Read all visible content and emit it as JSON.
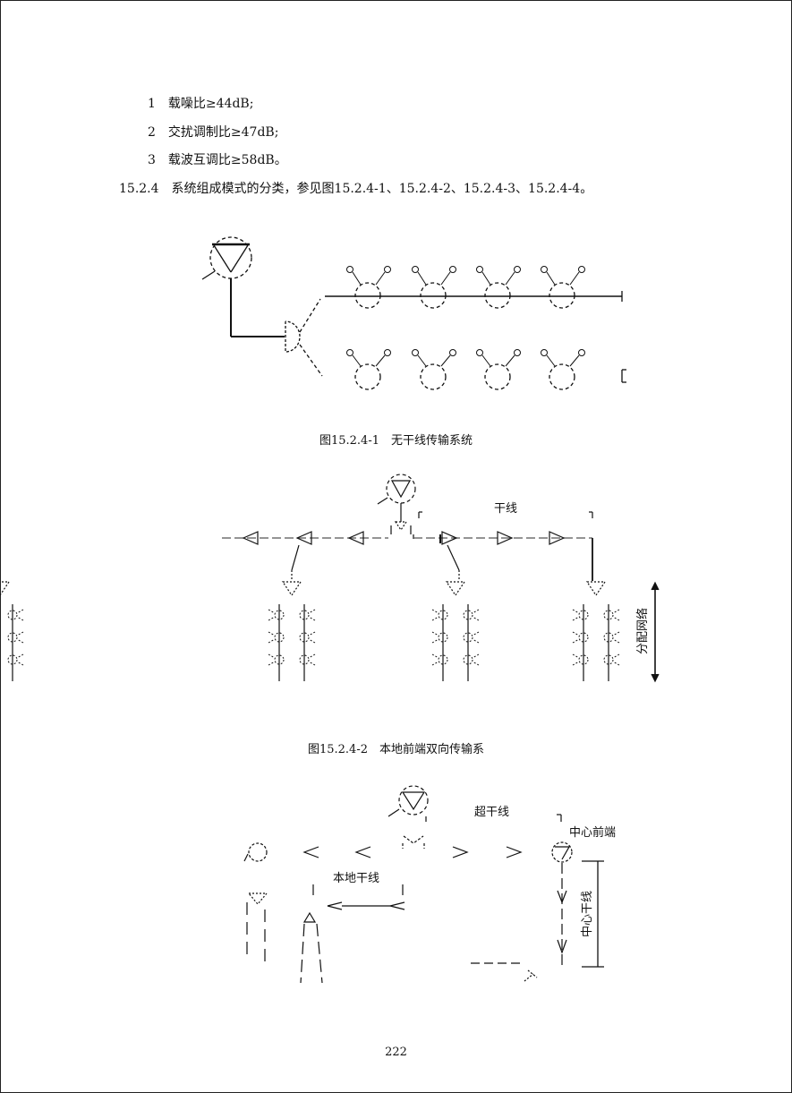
{
  "items": [
    {
      "num": "1",
      "text": "载噪比≥44dB;"
    },
    {
      "num": "2",
      "text": "交扰调制比≥47dB;"
    },
    {
      "num": "3",
      "text": "载波互调比≥58dB。"
    }
  ],
  "section": {
    "num": "15.2.4",
    "text": "系统组成模式的分类，参见图15.2.4-1、15.2.4-2、15.2.4-3、15.2.4-4。"
  },
  "figures": {
    "fig1": {
      "caption": "图15.2.4-1　无干线传输系统"
    },
    "fig2": {
      "caption": "图15.2.4-2　本地前端双向传输系",
      "trunk_label": "干线",
      "dist_label": "分配网络"
    },
    "fig3": {
      "super_trunk_label": "超干线",
      "center_headend_label": "中心前端",
      "local_trunk_label": "本地干线",
      "center_trunk_label": "中心干线"
    }
  },
  "page_number": "222"
}
